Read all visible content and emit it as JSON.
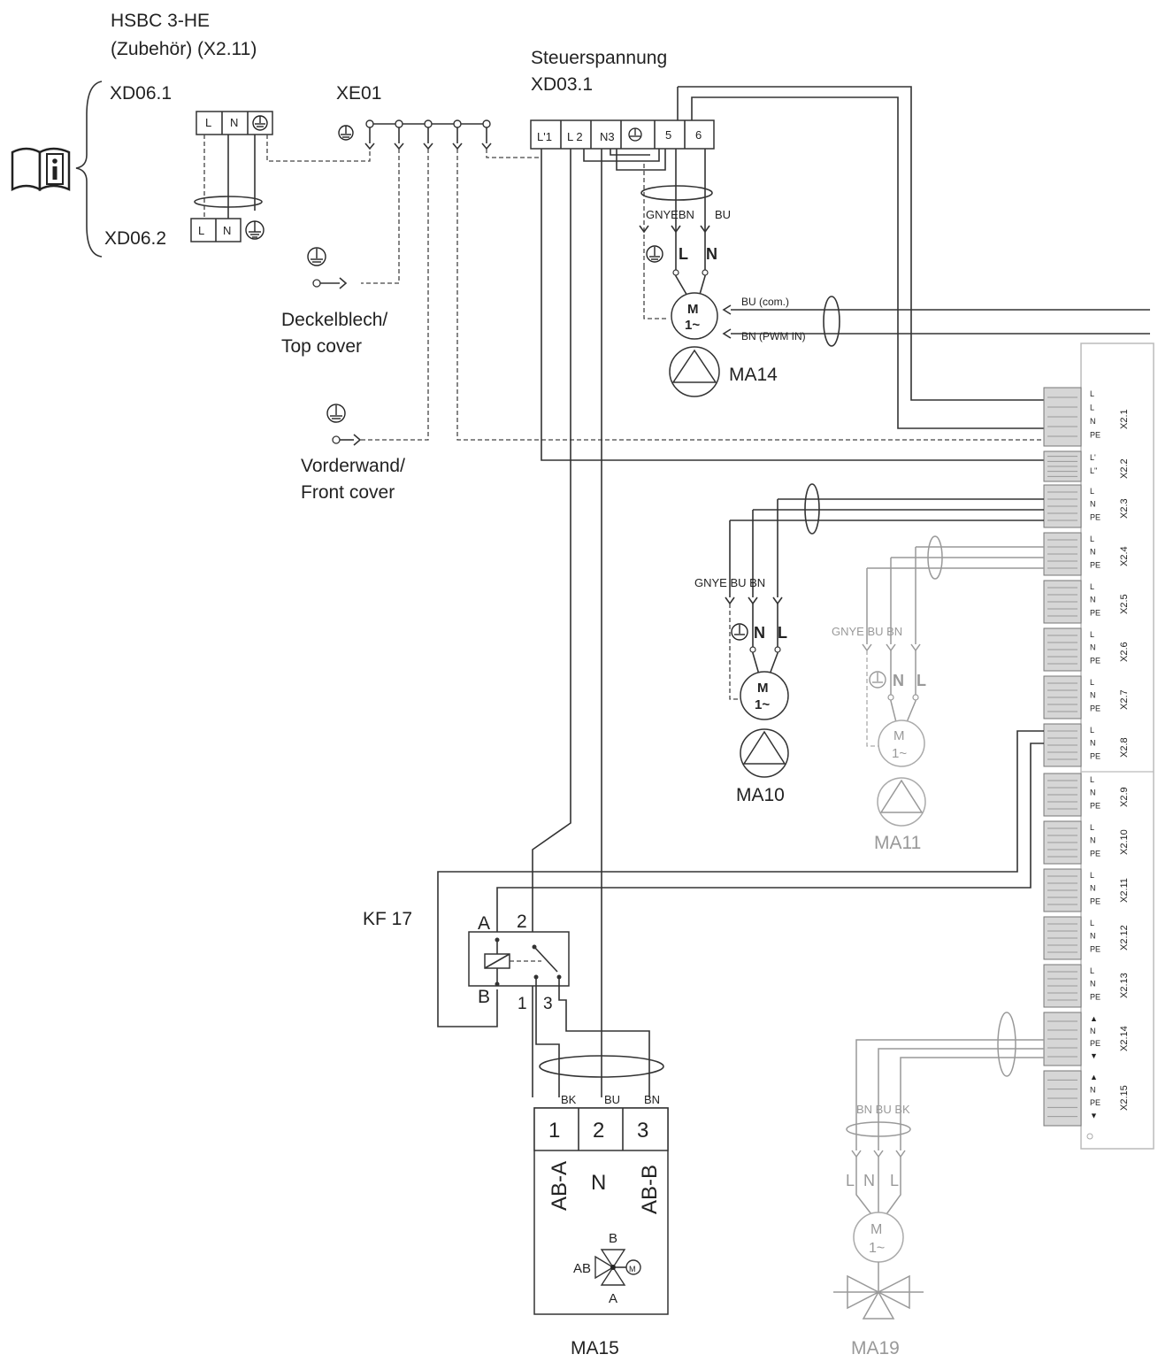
{
  "header": {
    "title_line1": "HSBC 3-HE",
    "title_line2": "(Zubehör) (X2.11)"
  },
  "connectors": {
    "xd061": "XD06.1",
    "xd062": "XD06.2",
    "xe01": "XE01",
    "steuer_title": "Steuerspannung",
    "xd031": "XD03.1"
  },
  "terminal_labels": {
    "L": "L",
    "N": "N",
    "L1": "L'1",
    "L2": "L 2",
    "N3": "N3",
    "T5": "5",
    "T6": "6"
  },
  "covers": {
    "top_line1": "Deckelblech/",
    "top_line2": "Top cover",
    "front_line1": "Vorderwand/",
    "front_line2": "Front cover"
  },
  "ma14": {
    "name": "MA14",
    "wires": "GNYEBN",
    "wire_bu": "BU",
    "sig1": "BU (com.)",
    "sig2": "BN (PWM IN)",
    "motor_m": "M",
    "motor_phase": "1~"
  },
  "ma10": {
    "name": "MA10",
    "wires": "GNYE BU BN",
    "term_n": "N",
    "term_l": "L",
    "motor_m": "M",
    "motor_phase": "1~"
  },
  "ma11": {
    "name": "MA11",
    "wires": "GNYE BU BN",
    "term_n": "N",
    "term_l": "L",
    "motor_m": "M",
    "motor_phase": "1~"
  },
  "kf17": {
    "name": "KF 17",
    "a": "A",
    "b": "B",
    "p2": "2",
    "p1": "1",
    "p3": "3"
  },
  "ma15": {
    "name": "MA15",
    "wire_bk": "BK",
    "wire_bu": "BU",
    "wire_bn": "BN",
    "t1": "1",
    "t2": "2",
    "t3": "3",
    "abA": "AB-A",
    "n": "N",
    "abB": "AB-B",
    "valve_b": "B",
    "valve_ab": "AB",
    "valve_a": "A"
  },
  "ma19": {
    "name": "MA19",
    "wires": "BN BU BK",
    "t_l1": "L",
    "t_n": "N",
    "t_l2": "L",
    "motor_m": "M",
    "motor_phase": "1~"
  },
  "terminal_strip": [
    {
      "id": "X2.1",
      "pins": "L L N PE"
    },
    {
      "id": "X2.2",
      "pins": "L' L''"
    },
    {
      "id": "X2.3",
      "pins": "L N PE"
    },
    {
      "id": "X2.4",
      "pins": "L N PE"
    },
    {
      "id": "X2.5",
      "pins": "L N PE"
    },
    {
      "id": "X2.6",
      "pins": "L N PE"
    },
    {
      "id": "X2.7",
      "pins": "L N PE"
    },
    {
      "id": "X2.8",
      "pins": "L N PE"
    },
    {
      "id": "X2.9",
      "pins": "L N PE"
    },
    {
      "id": "X2.10",
      "pins": "L N PE"
    },
    {
      "id": "X2.11",
      "pins": "L N PE"
    },
    {
      "id": "X2.12",
      "pins": "L N PE"
    },
    {
      "id": "X2.13",
      "pins": "L N PE"
    },
    {
      "id": "X2.14",
      "pins": "▲ N PE ▼"
    },
    {
      "id": "X2.15",
      "pins": "▲ N PE ▼"
    }
  ],
  "icons": {
    "manual": "manual-info-icon",
    "ground": "ground-icon",
    "pump": "pump-icon",
    "valve": "valve-icon"
  }
}
